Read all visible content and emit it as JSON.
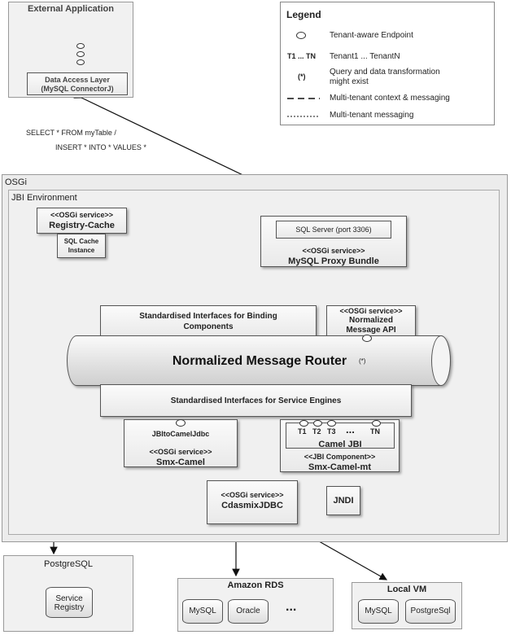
{
  "external_app": {
    "title": "External Application",
    "dal_line1": "Data Access Layer",
    "dal_line2": "(MySQL ConnectorJ)"
  },
  "legend": {
    "title": "Legend",
    "items": [
      {
        "symbol": "",
        "text": "Tenant-aware Endpoint"
      },
      {
        "symbol": "T1 ... TN",
        "text": "Tenant1 ... TenantN"
      },
      {
        "symbol": "(*)",
        "text": "Query and data transformation might exist"
      },
      {
        "symbol": "",
        "text": "Multi-tenant context & messaging"
      },
      {
        "symbol": "",
        "text": "Multi-tenant messaging"
      }
    ]
  },
  "query": {
    "line1": "SELECT * FROM myTable  /",
    "line2": "INSERT * INTO * VALUES *"
  },
  "osgi_label": "OSGi",
  "jbi_label": "JBI Environment",
  "registry_cache": {
    "stereotype": "<<OSGi service>>",
    "name": "Registry-Cache"
  },
  "sql_cache": {
    "line1": "SQL Cache",
    "line2": "Instance"
  },
  "sql_server": "SQL Server (port 3306)",
  "mysql_proxy": {
    "stereotype": "<<OSGi service>>",
    "name": "MySQL Proxy Bundle"
  },
  "binding_interfaces": {
    "line1": "Standardised Interfaces for Binding",
    "line2": "Components"
  },
  "nm_api": {
    "stereotype": "<<OSGi service>>",
    "line1": "Normalized",
    "line2": "Message API"
  },
  "nmr": "Normalized Message Router",
  "asterisk": "(*)",
  "service_engines": "Standardised Interfaces for Service Engines",
  "smx_camel": {
    "endpoint": "JBItoCamelJdbc",
    "stereotype": "<<OSGi service>>",
    "name": "Smx-Camel"
  },
  "smx_camel_mt": {
    "tenants": [
      "T1",
      "T2",
      "T3",
      "...",
      "TN"
    ],
    "camel_jbi": "Camel JBI",
    "stereotype": "<<JBI Component>>",
    "name": "Smx-Camel-mt"
  },
  "cdasmix": {
    "stereotype": "<<OSGi service>>",
    "name": "CdasmixJDBC"
  },
  "jndi": "JNDI",
  "postgresql": {
    "title": "PostgreSQL",
    "db_line1": "Service",
    "db_line2": "Registry"
  },
  "amazon_rds": {
    "title": "Amazon RDS",
    "dbs": [
      "MySQL",
      "Oracle"
    ],
    "more": "..."
  },
  "local_vm": {
    "title": "Local VM",
    "dbs": [
      "MySQL",
      "PostgreSql"
    ]
  }
}
